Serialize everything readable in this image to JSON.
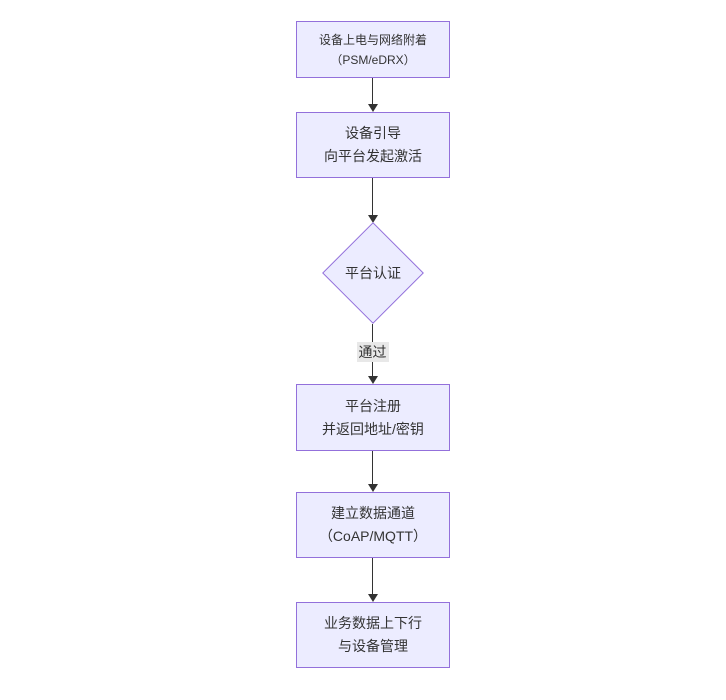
{
  "diagram": {
    "type": "flowchart-top-down",
    "colors": {
      "node_fill": "#ECECFF",
      "node_border": "#9370DB",
      "text": "#333333",
      "arrow": "#333333",
      "edge_label_bg": "#e8e8e8",
      "background": "#ffffff"
    },
    "nodes": [
      {
        "id": "A",
        "shape": "rect",
        "lines": [
          "设备上电与网络附着",
          "（PSM/eDRX）"
        ]
      },
      {
        "id": "B",
        "shape": "rect",
        "lines": [
          "设备引导",
          "向平台发起激活"
        ]
      },
      {
        "id": "C",
        "shape": "diamond",
        "lines": [
          "平台认证"
        ]
      },
      {
        "id": "D",
        "shape": "rect",
        "lines": [
          "平台注册",
          "并返回地址/密钥"
        ]
      },
      {
        "id": "E",
        "shape": "rect",
        "lines": [
          "建立数据通道",
          "（CoAP/MQTT）"
        ]
      },
      {
        "id": "F",
        "shape": "rect",
        "lines": [
          "业务数据上下行",
          "与设备管理"
        ]
      }
    ],
    "edges": [
      {
        "from": "A",
        "to": "B",
        "label": ""
      },
      {
        "from": "B",
        "to": "C",
        "label": ""
      },
      {
        "from": "C",
        "to": "D",
        "label": "通过"
      },
      {
        "from": "D",
        "to": "E",
        "label": ""
      },
      {
        "from": "E",
        "to": "F",
        "label": ""
      }
    ]
  }
}
